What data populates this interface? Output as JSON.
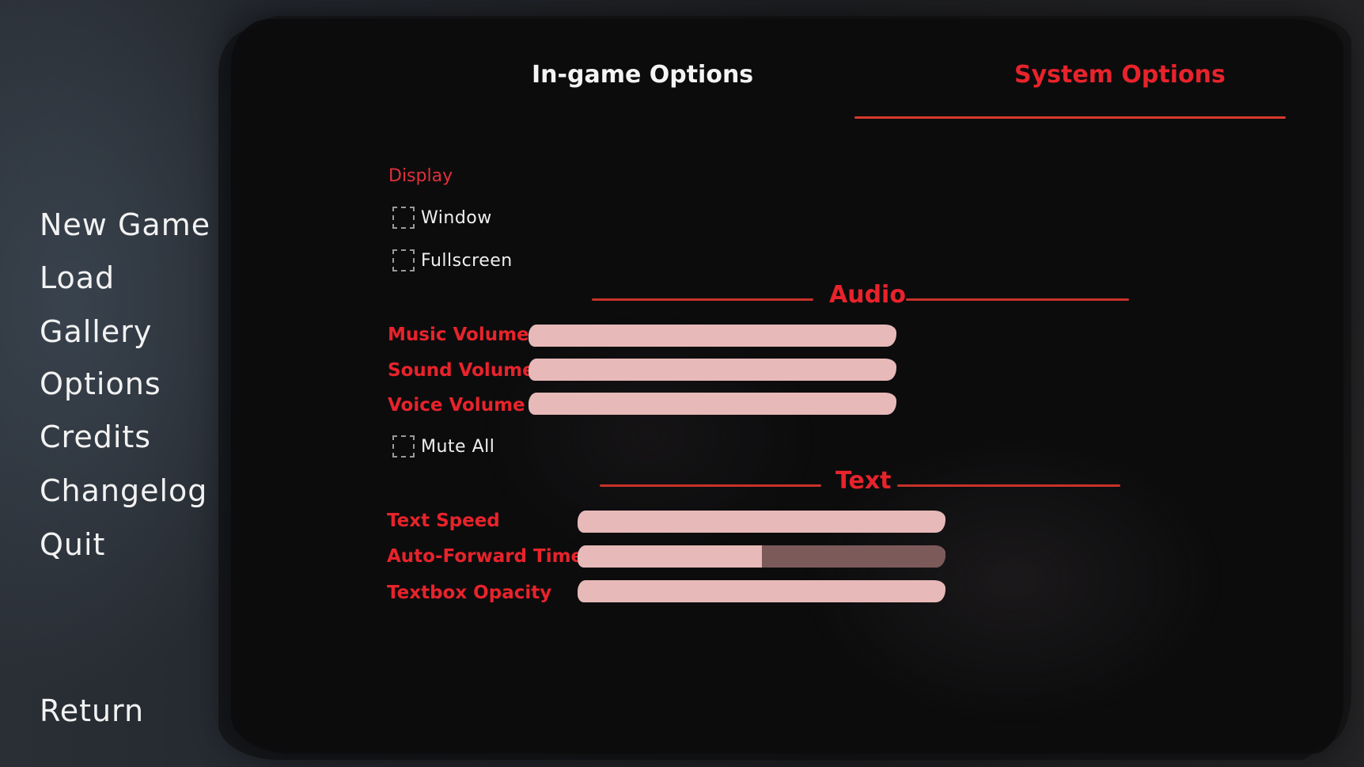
{
  "nav": {
    "items": [
      {
        "label": "New Game"
      },
      {
        "label": "Load"
      },
      {
        "label": "Gallery"
      },
      {
        "label": "Options",
        "active": true
      },
      {
        "label": "Credits"
      },
      {
        "label": "Changelog"
      },
      {
        "label": "Quit"
      }
    ],
    "return_label": "Return"
  },
  "tabs": {
    "ingame": "In-game Options",
    "system": "System Options",
    "selected": "system"
  },
  "display": {
    "label": "Display",
    "options": [
      {
        "label": "Window",
        "checked": false
      },
      {
        "label": "Fullscreen",
        "checked": false
      }
    ]
  },
  "audio": {
    "heading": "Audio",
    "sliders": [
      {
        "label": "Music Volume",
        "value": 1.0
      },
      {
        "label": "Sound Volume",
        "value": 1.0
      },
      {
        "label": "Voice Volume",
        "value": 1.0
      }
    ],
    "mute_all": {
      "label": "Mute All",
      "checked": false
    }
  },
  "text": {
    "heading": "Text",
    "sliders": [
      {
        "label": "Text Speed",
        "value": 1.0
      },
      {
        "label": "Auto-Forward Time",
        "value": 0.5
      },
      {
        "label": "Textbox Opacity",
        "value": 1.0
      }
    ]
  },
  "colors": {
    "accent": "#e8232b",
    "slider_fill": "#e7b9b8",
    "slider_empty": "#7c5a5a",
    "active_brush": "#c0271d"
  }
}
